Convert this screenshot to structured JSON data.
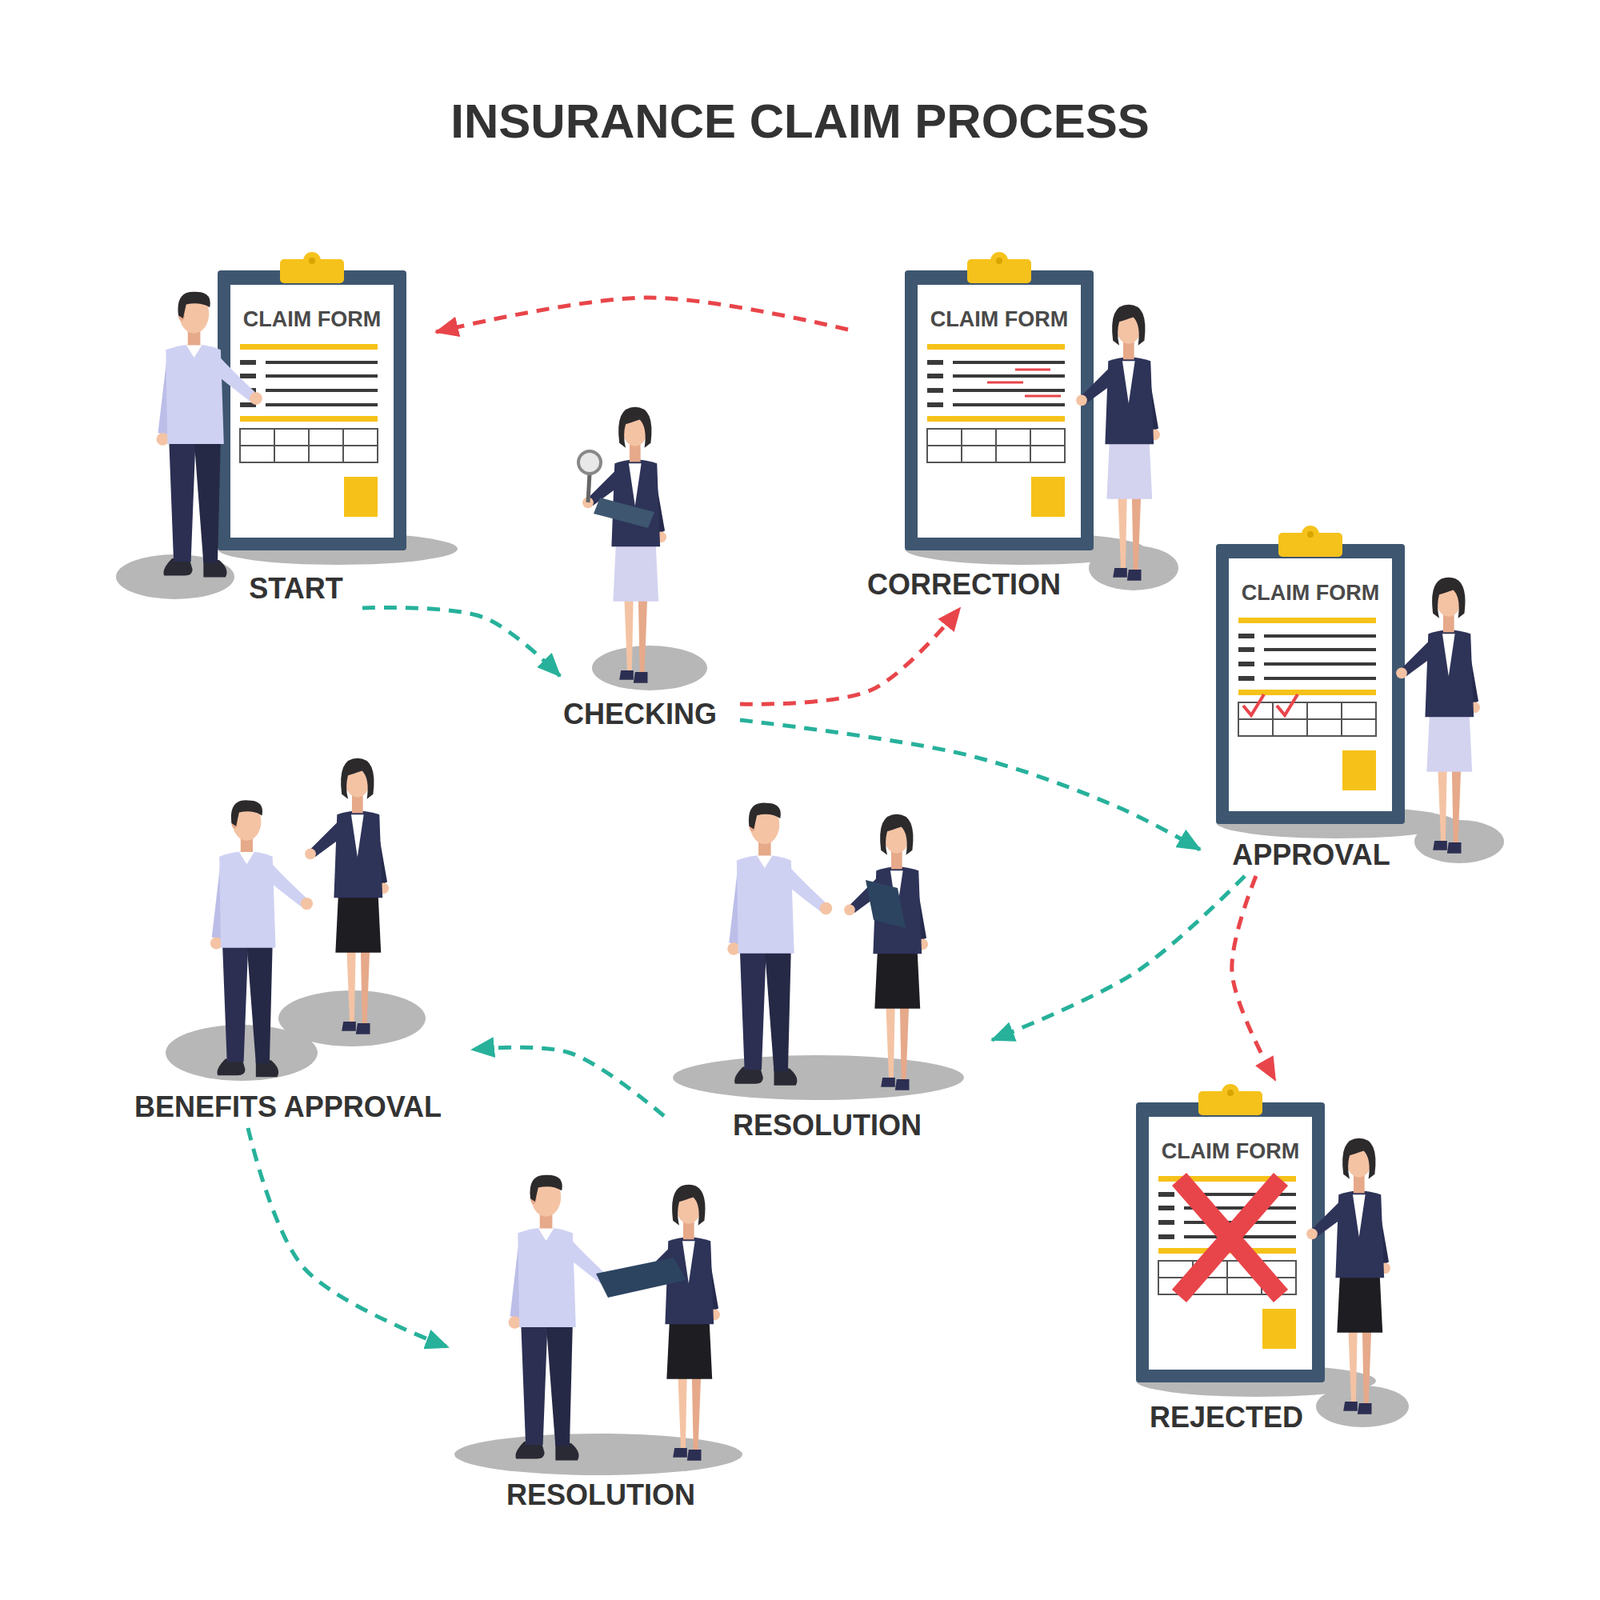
{
  "diagram": {
    "title": "INSURANCE CLAIM PROCESS",
    "nodes": [
      {
        "text": [
          "CLAIM FORM",
          "START"
        ]
      },
      {
        "text": [
          "CLAIM FORM",
          "CORRECTION"
        ]
      },
      {
        "text": [
          "CHECKING"
        ]
      },
      {
        "text": [
          "CLAIM FORM",
          "APPROVAL"
        ]
      },
      {
        "text": [
          "BENEFITS APPROVAL"
        ]
      },
      {
        "text": [
          "RESOLUTION"
        ]
      },
      {
        "text": [
          "CLAIM FORM",
          "REJECTED"
        ]
      },
      {
        "text": [
          "RESOLUTION"
        ]
      }
    ],
    "edges": [
      {
        "from": 0,
        "to": 2,
        "arrow": "to"
      },
      {
        "from": 2,
        "to": 1,
        "arrow": "to"
      },
      {
        "from": 1,
        "to": 0,
        "arrow": "to"
      },
      {
        "from": 2,
        "to": 3,
        "arrow": "to"
      },
      {
        "from": 3,
        "to": 5,
        "arrow": "to"
      },
      {
        "from": 3,
        "to": 6,
        "arrow": "to"
      },
      {
        "from": 5,
        "to": 4,
        "arrow": "to"
      },
      {
        "from": 4,
        "to": 7,
        "arrow": "to"
      }
    ]
  }
}
